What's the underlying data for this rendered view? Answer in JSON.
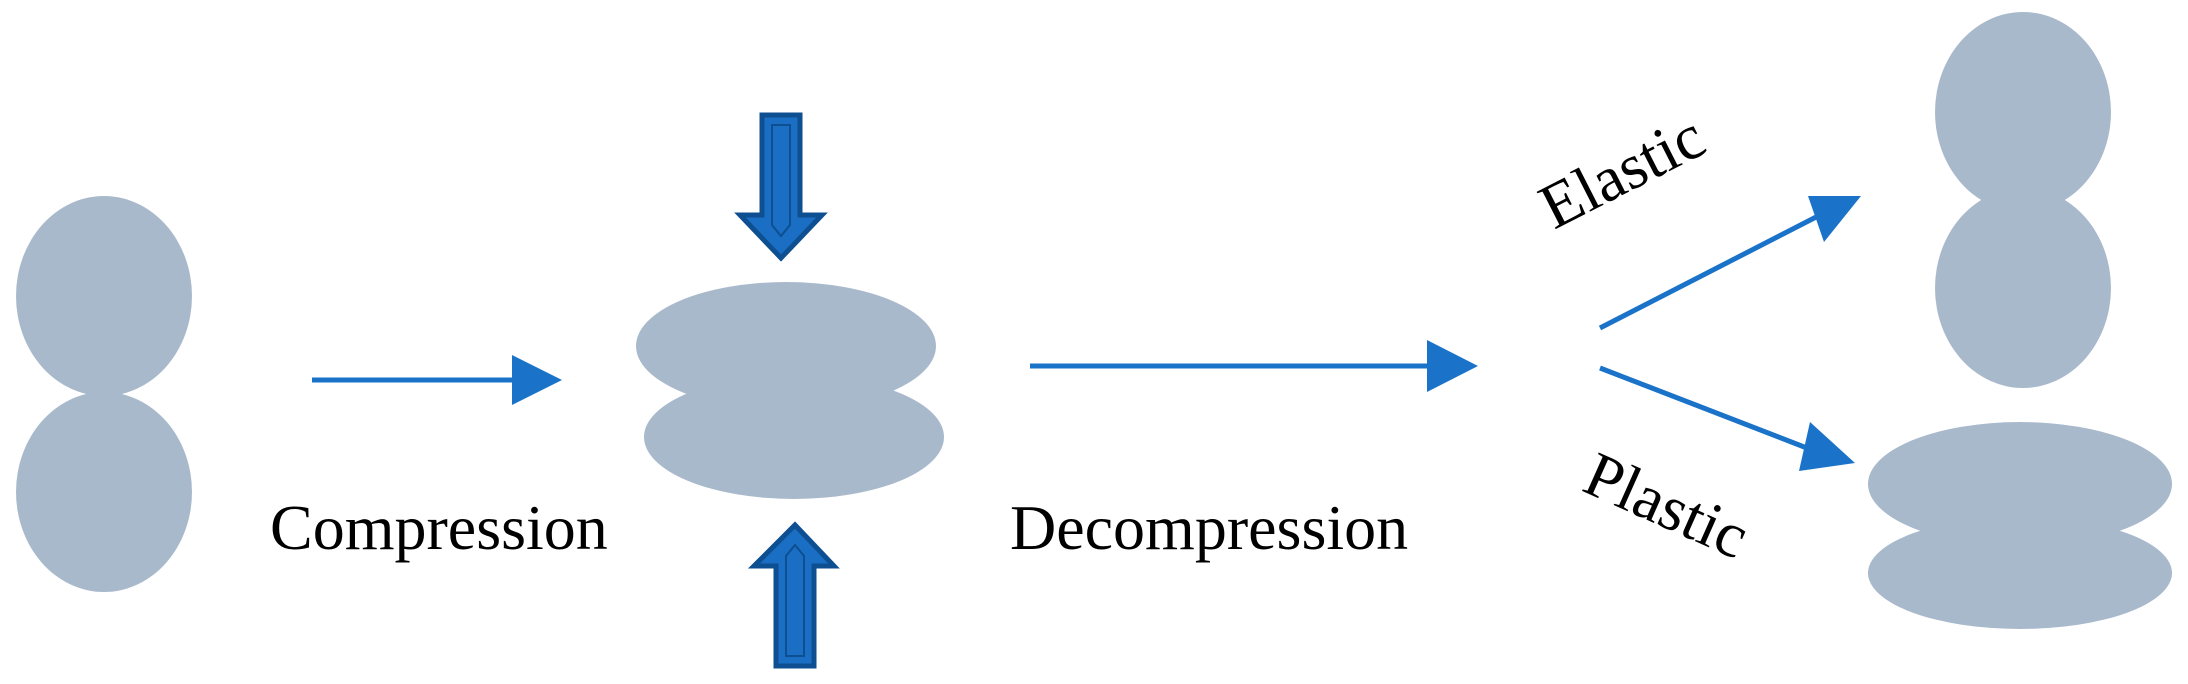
{
  "labels": {
    "compression": "Compression",
    "decompression": "Decompression",
    "elastic": "Elastic",
    "plastic": "Plastic"
  },
  "colors": {
    "particle": "#a9b9cc",
    "arrow": "#1a73c8",
    "press_arrow_fill": "#1a6ec4",
    "press_arrow_outline": "#0d4f91",
    "text": "#000000"
  }
}
